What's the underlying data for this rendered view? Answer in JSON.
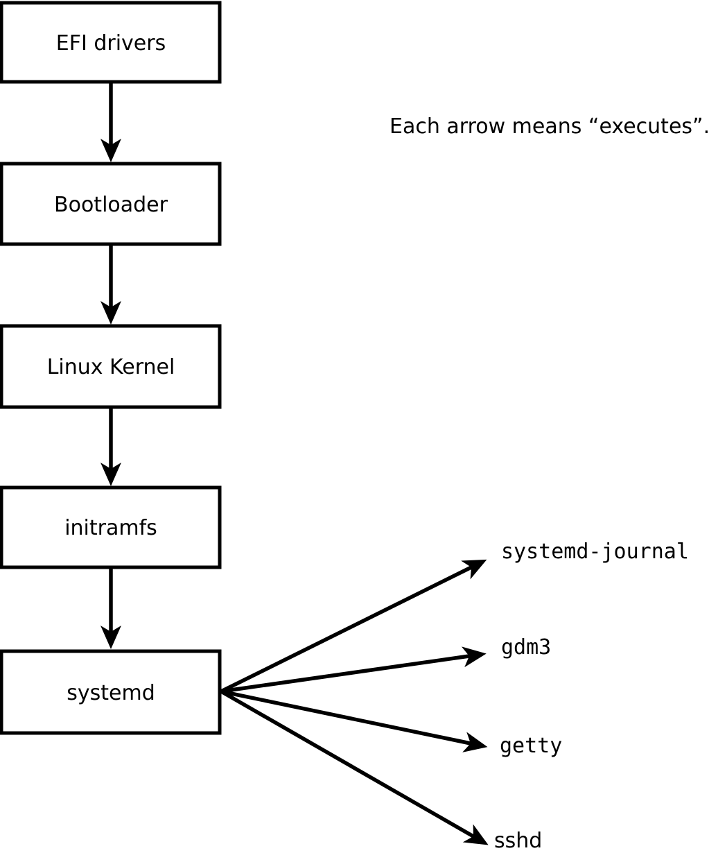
{
  "diagram": {
    "note": "Each arrow means “executes”.",
    "boot_chain": [
      {
        "label": "EFI drivers"
      },
      {
        "label": "Bootloader"
      },
      {
        "label": "Linux Kernel"
      },
      {
        "label": "initramfs"
      },
      {
        "label": "systemd"
      }
    ],
    "systemd_children": [
      {
        "label": "systemd-journal"
      },
      {
        "label": "gdm3"
      },
      {
        "label": "getty"
      },
      {
        "label": "sshd"
      }
    ],
    "colors": {
      "foreground": "#000000",
      "background": "#ffffff"
    }
  }
}
